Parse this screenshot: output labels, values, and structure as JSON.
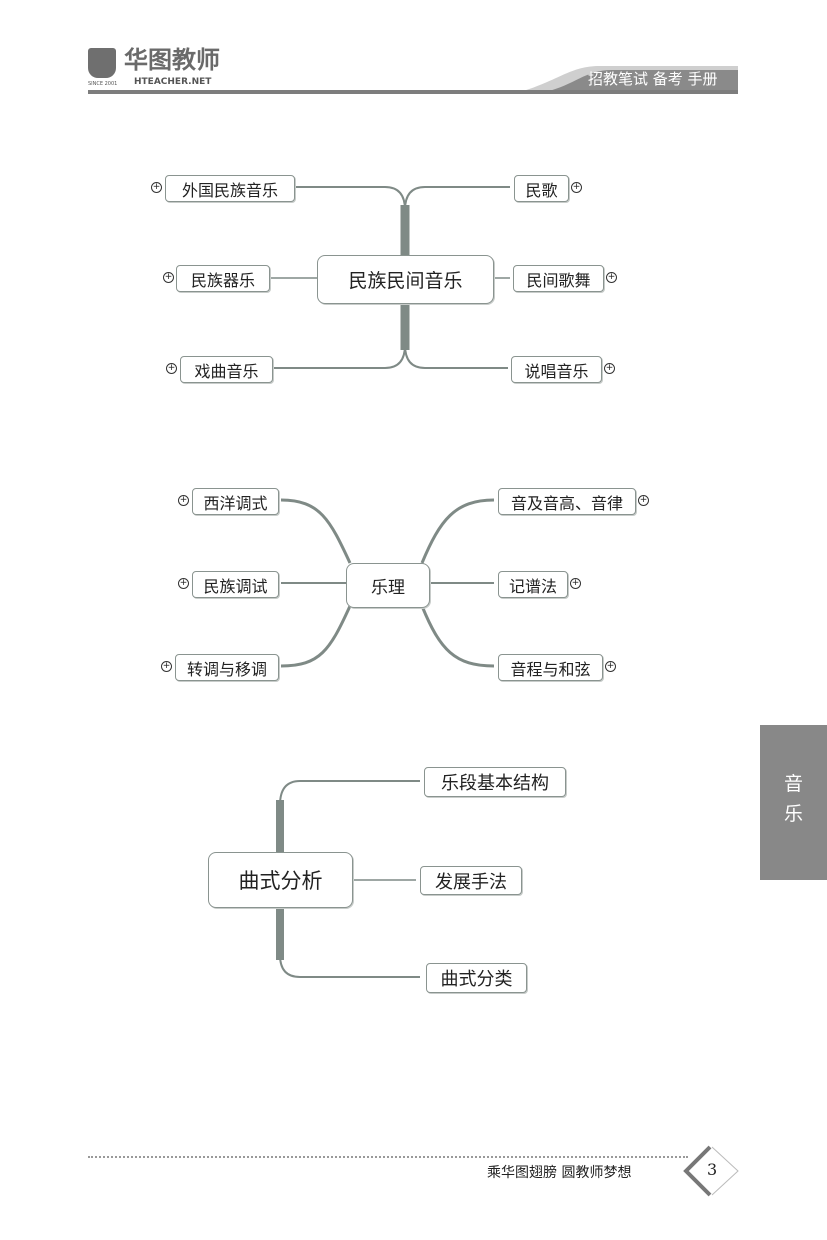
{
  "header": {
    "logo_cn": "华图教师",
    "logo_en": "HTEACHER.NET",
    "logo_since": "SINCE 2001",
    "title": "招教笔试 备考 手册"
  },
  "map1": {
    "center": "民族民间音乐",
    "left": [
      "外国民族音乐",
      "民族器乐",
      "戏曲音乐"
    ],
    "right": [
      "民歌",
      "民间歌舞",
      "说唱音乐"
    ]
  },
  "map2": {
    "center": "乐理",
    "left": [
      "西洋调式",
      "民族调试",
      "转调与移调"
    ],
    "right": [
      "音及音高、音律",
      "记谱法",
      "音程与和弦"
    ]
  },
  "map3": {
    "center": "曲式分析",
    "right": [
      "乐段基本结构",
      "发展手法",
      "曲式分类"
    ]
  },
  "side_tab": {
    "line1": "音",
    "line2": "乐"
  },
  "footer": {
    "slogan": "乘华图翅膀 圆教师梦想",
    "page_number": "3"
  },
  "expand_symbol": "+"
}
